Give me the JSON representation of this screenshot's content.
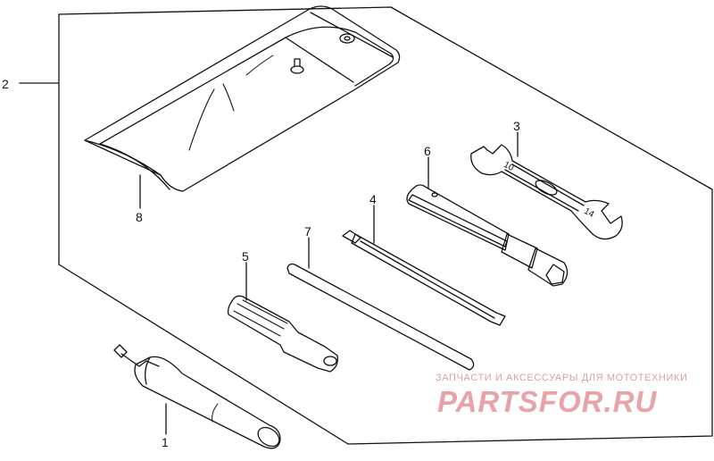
{
  "callouts": {
    "c1": "1",
    "c2": "2",
    "c3": "3",
    "c4": "4",
    "c5": "5",
    "c6": "6",
    "c7": "7",
    "c8": "8"
  },
  "wrench_marks": {
    "size_a": "10",
    "size_b": "14"
  },
  "watermark": {
    "subtitle": "ЗАПЧАСТИ И АКСЕССУАРЫ ДЛЯ МОТОТЕХНИКИ",
    "logo": "PARTSFOR.RU"
  },
  "colors": {
    "line": "#111111",
    "watermark": "#e8a3a8"
  }
}
